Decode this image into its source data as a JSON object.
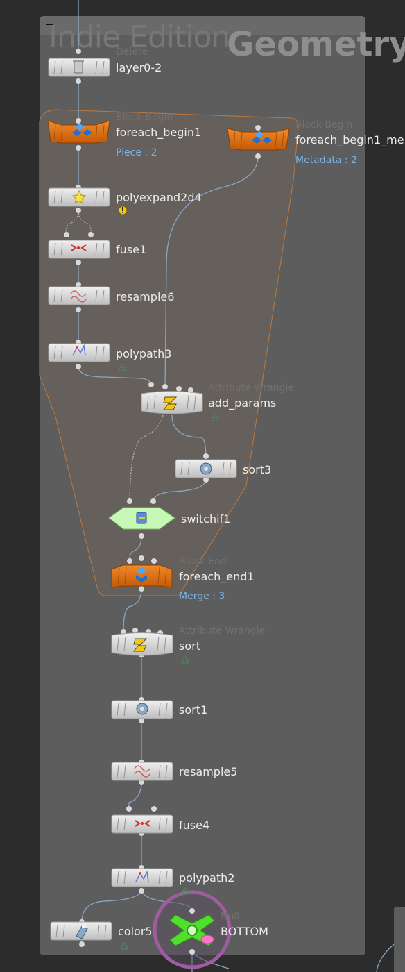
{
  "watermark": {
    "edition": "Indie Edition",
    "context": "Geometry"
  },
  "nodes": [
    {
      "id": "layer0-2",
      "name": "layer0-2",
      "type": "Delete",
      "icon": "trash-icon"
    },
    {
      "id": "foreach_begin1",
      "name": "foreach_begin1",
      "type": "Block Begin",
      "info": "Piece : 2",
      "icon": "block-begin-icon"
    },
    {
      "id": "foreach_begin1_metadata",
      "name": "foreach_begin1_me",
      "type": "Block Begin",
      "info": "Metadata : 2",
      "icon": "block-begin-icon"
    },
    {
      "id": "polyexpand2d4",
      "name": "polyexpand2d4",
      "icon": "star-icon",
      "warning": true
    },
    {
      "id": "fuse1",
      "name": "fuse1",
      "icon": "fuse-icon"
    },
    {
      "id": "resample6",
      "name": "resample6",
      "icon": "wave-icon"
    },
    {
      "id": "polypath3",
      "name": "polypath3",
      "icon": "polypath-icon"
    },
    {
      "id": "add_params",
      "name": "add_params",
      "type": "Attribute Wrangle",
      "icon": "wrangle-icon"
    },
    {
      "id": "sort3",
      "name": "sort3",
      "icon": "gear-icon"
    },
    {
      "id": "switchif1",
      "name": "switchif1",
      "icon": "switch-icon"
    },
    {
      "id": "foreach_end1",
      "name": "foreach_end1",
      "type": "Block End",
      "info": "Merge : 3",
      "icon": "block-end-icon"
    },
    {
      "id": "sort",
      "name": "sort",
      "type": "Attribute Wrangle",
      "icon": "wrangle-icon"
    },
    {
      "id": "sort1",
      "name": "sort1",
      "icon": "gear-icon"
    },
    {
      "id": "resample5",
      "name": "resample5",
      "icon": "wave-icon"
    },
    {
      "id": "fuse4",
      "name": "fuse4",
      "icon": "fuse-icon"
    },
    {
      "id": "polypath2",
      "name": "polypath2",
      "icon": "polypath-icon"
    },
    {
      "id": "color5",
      "name": "color5",
      "icon": "color-icon"
    },
    {
      "id": "bottom",
      "name": "BOTTOM",
      "type": "Null",
      "icon": "null-icon",
      "display_flag": true
    }
  ],
  "colors": {
    "background": "#2c2c2c",
    "network_box": "#5d5d5d",
    "block_loop": "#e3720f",
    "switch_node": "#b8f5a4",
    "null_node": "#4ee02d",
    "wire": "#8aa7c6",
    "info_text": "#7bb3e8",
    "display_ring": "#a05ca0"
  }
}
